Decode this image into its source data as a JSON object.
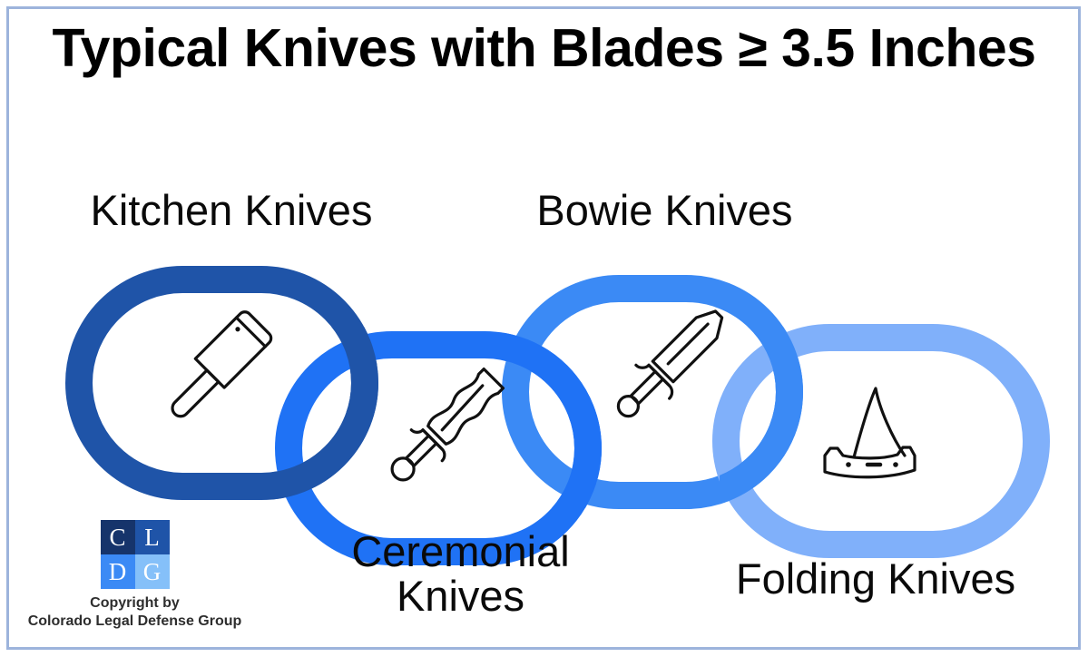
{
  "page": {
    "title": "Typical Knives with Blades ≥ 3.5 Inches",
    "background_color": "#ffffff",
    "border_color": "#9db4dc"
  },
  "chain": {
    "links": [
      {
        "id": "kitchen",
        "label": "Kitchen Knives",
        "icon": "cleaver-icon",
        "color": "#1f54a8",
        "position": "upper-left"
      },
      {
        "id": "ceremonial",
        "label": "Ceremonial\nKnives",
        "icon": "ceremonial-dagger-icon",
        "color": "#1f72f5",
        "position": "lower-left-center"
      },
      {
        "id": "bowie",
        "label": "Bowie Knives",
        "icon": "bowie-sword-icon",
        "color": "#3b8af5",
        "position": "upper-right-center"
      },
      {
        "id": "folding",
        "label": "Folding Knives",
        "icon": "folding-pocket-knife-icon",
        "color": "#80b0fa",
        "position": "lower-right"
      }
    ]
  },
  "logo": {
    "cells": [
      {
        "letter": "C",
        "color": "#16346b"
      },
      {
        "letter": "L",
        "color": "#1f54a8"
      },
      {
        "letter": "D",
        "color": "#3b8af5"
      },
      {
        "letter": "G",
        "color": "#85c0f9"
      }
    ],
    "caption": "Copyright by\nColorado Legal Defense Group"
  }
}
